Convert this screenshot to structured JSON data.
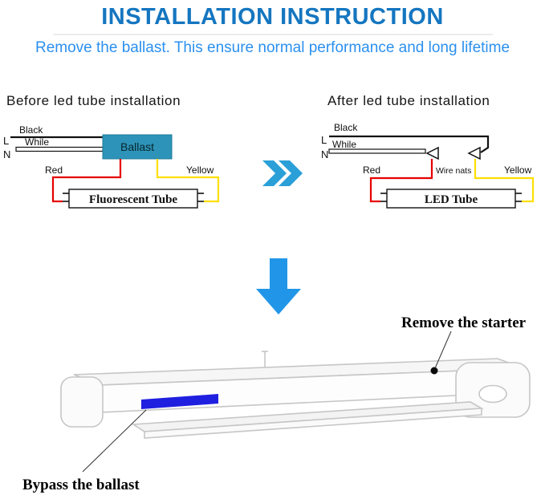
{
  "header": {
    "title": "INSTALLATION INSTRUCTION",
    "subtitle": "Remove the ballast. This ensure normal performance and long lifetime"
  },
  "before": {
    "heading": "Before led tube installation",
    "black": "Black",
    "while": "While",
    "l": "L",
    "n": "N",
    "red": "Red",
    "yellow": "Yellow",
    "ballast": "Ballast",
    "tube": "Fluorescent Tube"
  },
  "after": {
    "heading": "After led tube installation",
    "black": "Black",
    "while": "While",
    "l": "L",
    "n": "N",
    "red": "Red",
    "yellow": "Yellow",
    "wire_nuts": "Wire nats",
    "tube": "LED Tube"
  },
  "fixture": {
    "remove_starter": "Remove the starter",
    "bypass_ballast": "Bypass the ballast"
  },
  "colors": {
    "title_blue": "#1576c0",
    "subtitle_blue": "#2b90ee",
    "ballast_fill": "#2e93b8",
    "chevron_blue": "#2a9fd8",
    "arrow_blue": "#2196e8",
    "wire_red": "#e60000",
    "wire_yellow": "#ffdf00",
    "bypass_blue": "#1f1fe0",
    "fixture_gray": "#c6c6c6"
  }
}
